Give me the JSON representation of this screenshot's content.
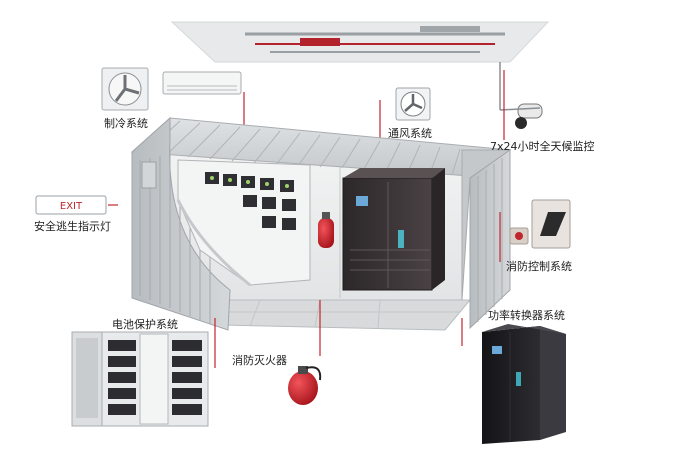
{
  "labels": {
    "cooling": "制冷系统",
    "ventilation": "通风系统",
    "monitoring": "7x24小时全天候监控",
    "exit_light": "安全逃生指示灯",
    "fire_control": "消防控制系统",
    "pcs": "功率转换器系统",
    "battery": "电池保护系统",
    "extinguisher": "消防灭火器"
  },
  "exit_sign_text": "EXIT",
  "colors": {
    "accent_red": "#c0262d",
    "container": "#c9cdd0",
    "cabinet_dark": "#3b3436",
    "cabinet_black": "#1f1f23",
    "ceiling": "#e6e7e9",
    "pipe_red": "#b3232b"
  }
}
